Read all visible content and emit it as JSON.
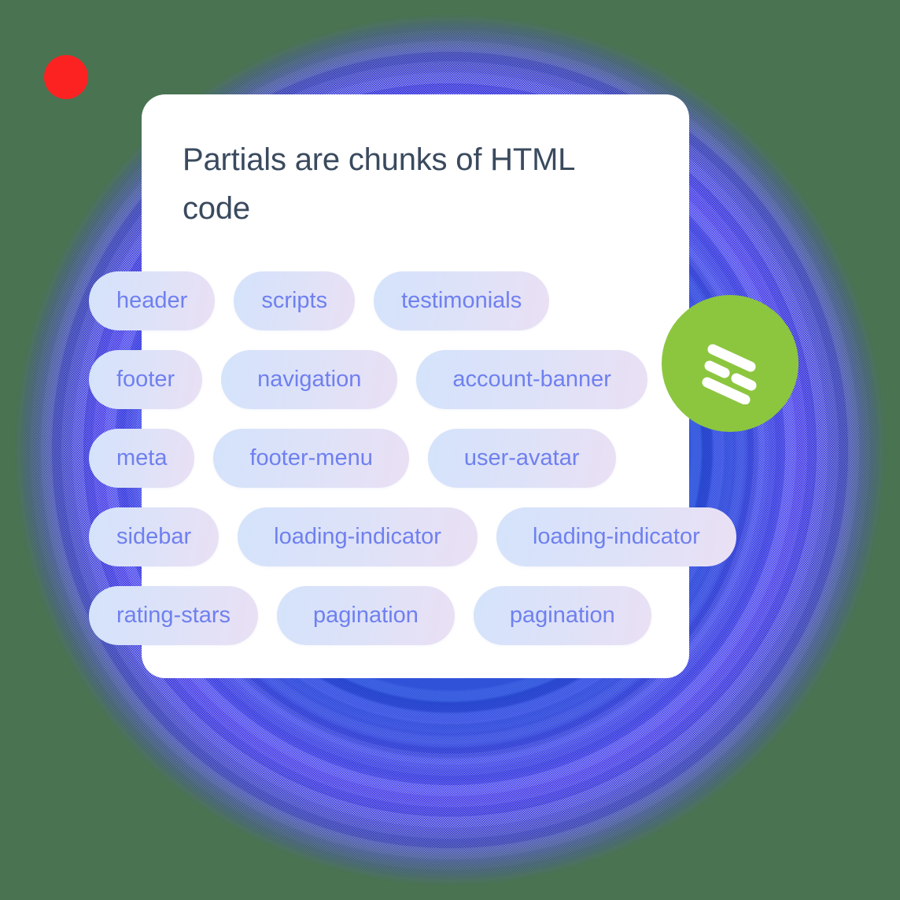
{
  "card": {
    "title": "Partials are chunks of HTML code"
  },
  "tag_rows": [
    {
      "tags": [
        {
          "label": "header",
          "size": "normal"
        },
        {
          "label": "scripts",
          "size": "normal"
        },
        {
          "label": "testimonials",
          "size": "normal"
        }
      ]
    },
    {
      "tags": [
        {
          "label": "footer",
          "size": "normal"
        },
        {
          "label": "navigation",
          "size": "wide"
        },
        {
          "label": "account-banner",
          "size": "wide"
        }
      ]
    },
    {
      "tags": [
        {
          "label": "meta",
          "size": "normal"
        },
        {
          "label": "footer-menu",
          "size": "wide"
        },
        {
          "label": "user-avatar",
          "size": "wide"
        }
      ]
    },
    {
      "tags": [
        {
          "label": "sidebar",
          "size": "normal"
        },
        {
          "label": "loading-indicator",
          "size": "wide"
        },
        {
          "label": "loading-indicator",
          "size": "wide"
        }
      ]
    },
    {
      "tags": [
        {
          "label": "rating-stars",
          "size": "normal"
        },
        {
          "label": "pagination",
          "size": "wide"
        },
        {
          "label": "pagination",
          "size": "wide"
        }
      ]
    }
  ],
  "badge": {
    "icon": "stacked-diagonal-bars-logo-icon"
  },
  "marker": {
    "icon": "red-dot-marker-icon"
  },
  "colors": {
    "background_green": "#4a7352",
    "blob_blue": "#2f52d8",
    "blob_violet": "#6b5cf6",
    "card_white": "#ffffff",
    "title_text": "#3a4a5e",
    "tag_text": "#6f80ef",
    "tag_gradient_start": "#d4e3fb",
    "tag_gradient_end": "#eae0f4",
    "badge_green": "#8cc63f",
    "marker_red": "#fd2222"
  }
}
